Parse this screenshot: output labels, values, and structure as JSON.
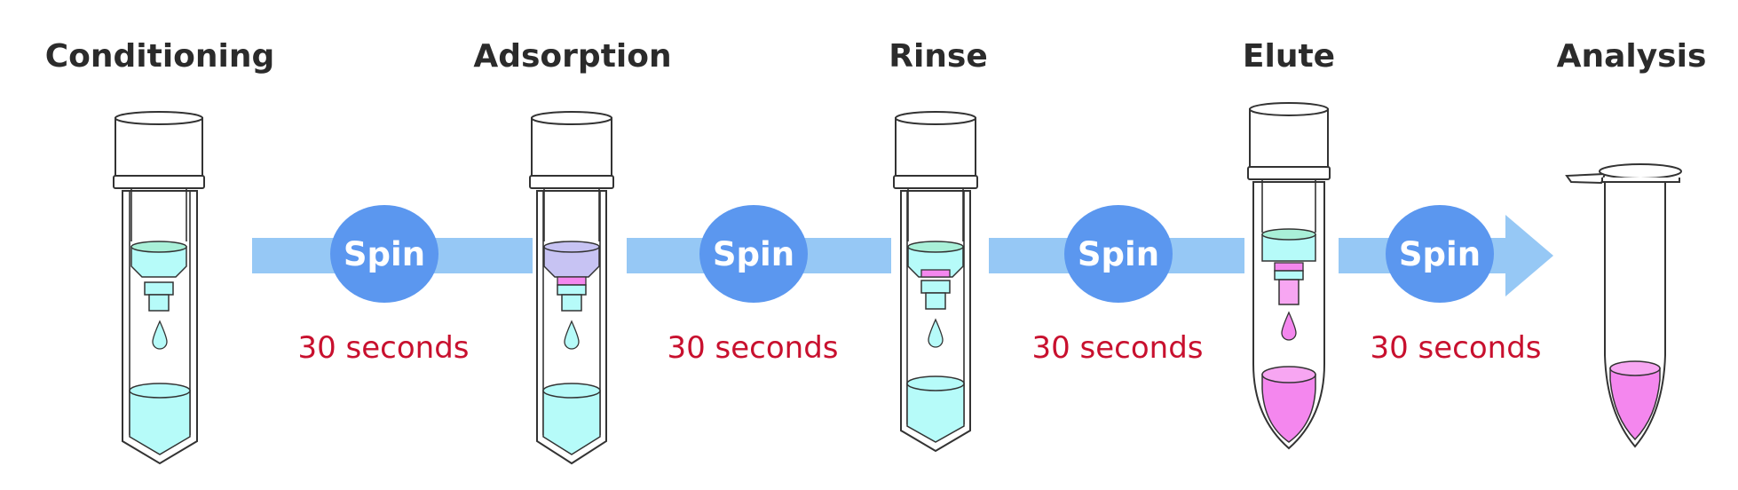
{
  "steps": [
    {
      "title": "Conditioning"
    },
    {
      "title": "Adsorption"
    },
    {
      "title": "Rinse"
    },
    {
      "title": "Elute"
    },
    {
      "title": "Analysis"
    }
  ],
  "transitions": [
    {
      "spin": "Spin",
      "time": "30 seconds"
    },
    {
      "spin": "Spin",
      "time": "30 seconds"
    },
    {
      "spin": "Spin",
      "time": "30 seconds"
    },
    {
      "spin": "Spin",
      "time": "30 seconds"
    }
  ],
  "colors": {
    "arrow": "#96c8f5",
    "spin_circle": "#5b97ef",
    "time_text": "#c8102e",
    "aqueous": "#b6fbf9",
    "sorbent_conditioned": "#a9f0d8",
    "sorbent_loaded": "#c7c3f3",
    "analyte": "#f487ee"
  }
}
